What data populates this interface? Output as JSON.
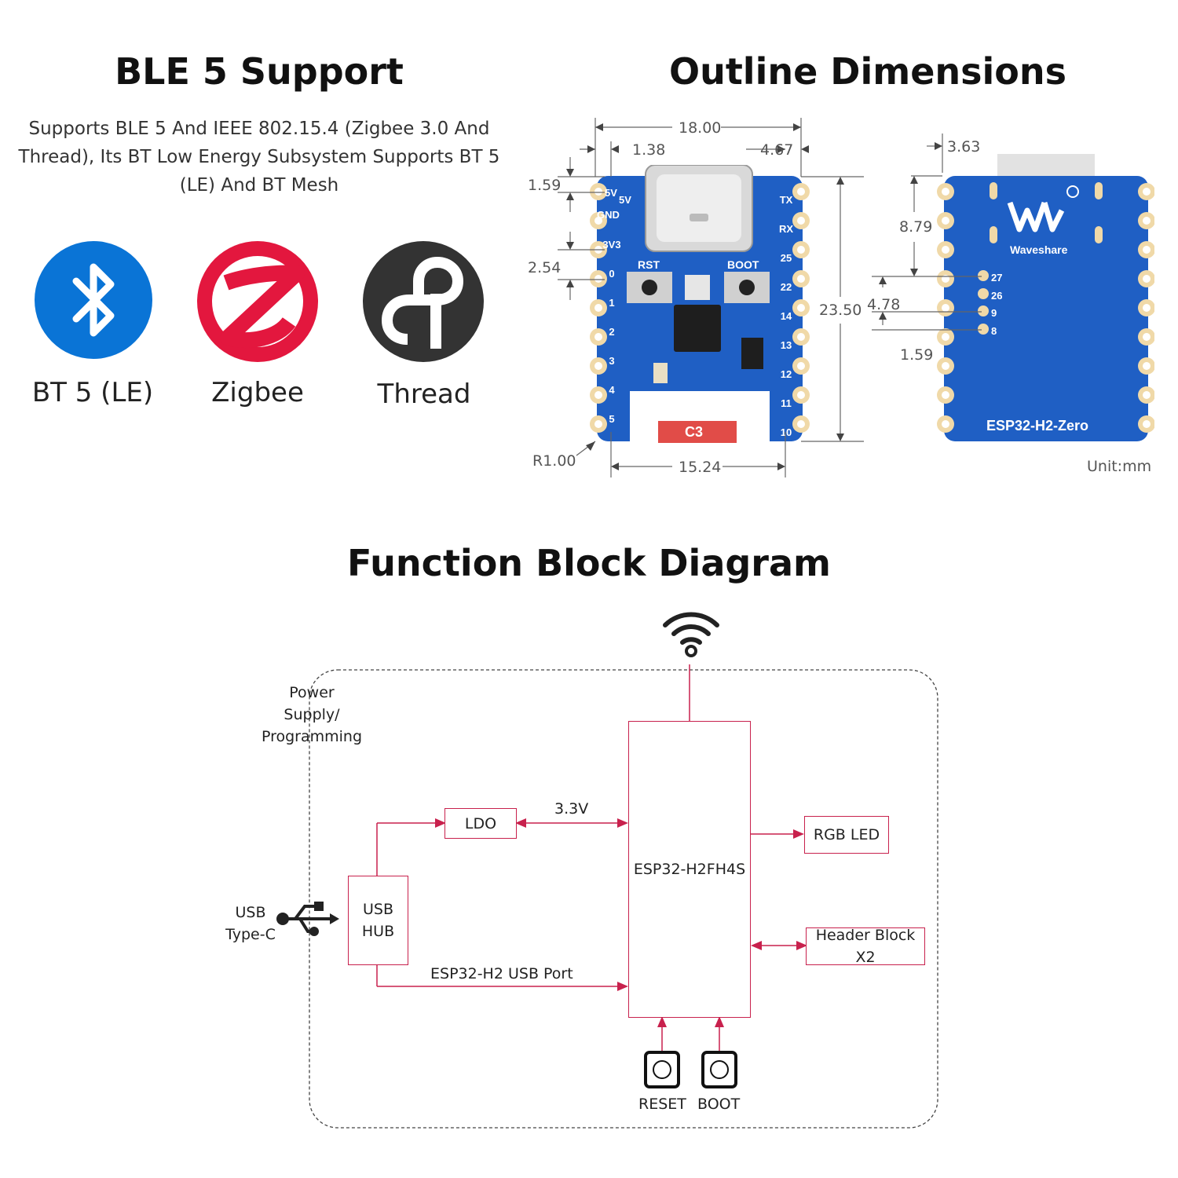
{
  "left": {
    "title": "BLE 5 Support",
    "description_lines": [
      "Supports BLE 5 And IEEE 802.15.4 (Zigbee 3.0 And",
      "Thread), Its BT Low Energy Subsystem Supports BT 5",
      "(LE) And BT Mesh"
    ],
    "logos": [
      {
        "label": "BT 5 (LE)",
        "icon": "bluetooth-icon",
        "color": "#0a74d6"
      },
      {
        "label": "Zigbee",
        "icon": "zigbee-icon",
        "color": "#e3173e"
      },
      {
        "label": "Thread",
        "icon": "thread-icon",
        "color": "#333333"
      }
    ]
  },
  "outline": {
    "title": "Outline Dimensions",
    "dims": {
      "width_total": "18.00",
      "left_offset": "1.38",
      "right_offset": "4.67",
      "top_offset": "1.59",
      "pin_pitch": "2.54",
      "height_total": "23.50",
      "bottom_width": "15.24",
      "corner_radius": "R1.00",
      "back_top": "3.63",
      "back_887": "8.79",
      "back_478": "4.78",
      "back_159": "1.59"
    },
    "unit": "Unit:mm",
    "front_pins_left": [
      "5V",
      "GND",
      "3V3",
      "0",
      "1",
      "2",
      "3",
      "4",
      "5"
    ],
    "front_pins_right": [
      "TX",
      "RX",
      "25",
      "22",
      "14",
      "13",
      "12",
      "11",
      "10"
    ],
    "front_labels": {
      "rst": "RST",
      "boot": "BOOT",
      "antenna": "C3"
    },
    "back_pins": [
      "27",
      "26",
      "9",
      "8"
    ],
    "back_brand": "Waveshare",
    "back_model": "ESP32-H2-Zero",
    "colors": {
      "pcb": "#1f5fc4",
      "pad": "#f0d9a8"
    }
  },
  "diagram": {
    "title": "Function Block Diagram",
    "power_label_lines": [
      "Power Supply/",
      "Programming"
    ],
    "usb_label_lines": [
      "USB",
      "Type-C"
    ],
    "usb_hub_lines": [
      "USB",
      "HUB"
    ],
    "ldo": "LDO",
    "v33": "3.3V",
    "soc": "ESP32-H2FH4S",
    "rgb_led": "RGB LED",
    "header": "Header Block X2",
    "usb_port": "ESP32-H2 USB Port",
    "reset": "RESET",
    "boot": "BOOT",
    "accent": "#c8214d"
  }
}
